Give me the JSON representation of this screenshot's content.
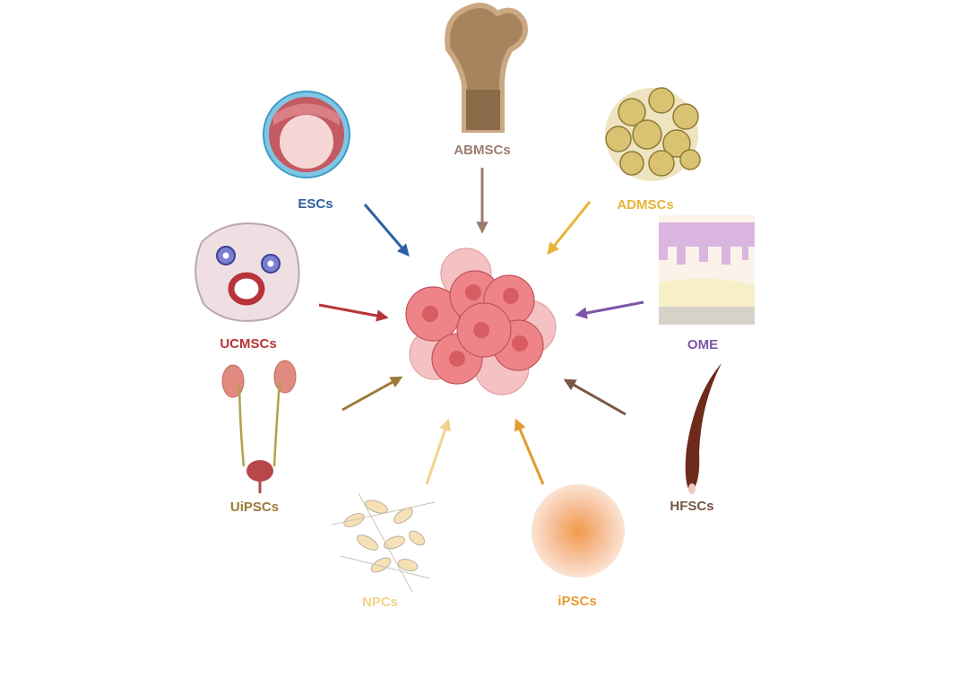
{
  "center": {
    "name": "target-cell-cluster"
  },
  "sources": [
    {
      "key": "abmscs",
      "label": "ABMSCs",
      "color": "#9a7d6d"
    },
    {
      "key": "escs",
      "label": "ESCs",
      "color": "#2f5fa3"
    },
    {
      "key": "admscs",
      "label": "ADMSCs",
      "color": "#e7b43a"
    },
    {
      "key": "ucmscs",
      "label": "UCMSCs",
      "color": "#b8343a"
    },
    {
      "key": "ome",
      "label": "OME",
      "color": "#7d55a8"
    },
    {
      "key": "uipscs",
      "label": "UiPSCs",
      "color": "#9c7b36"
    },
    {
      "key": "hfscs",
      "label": "HFSCs",
      "color": "#7a5646"
    },
    {
      "key": "npcs",
      "label": "NPCs",
      "color": "#f0d38e"
    },
    {
      "key": "ipscs",
      "label": "iPSCs",
      "color": "#e59a32"
    }
  ]
}
